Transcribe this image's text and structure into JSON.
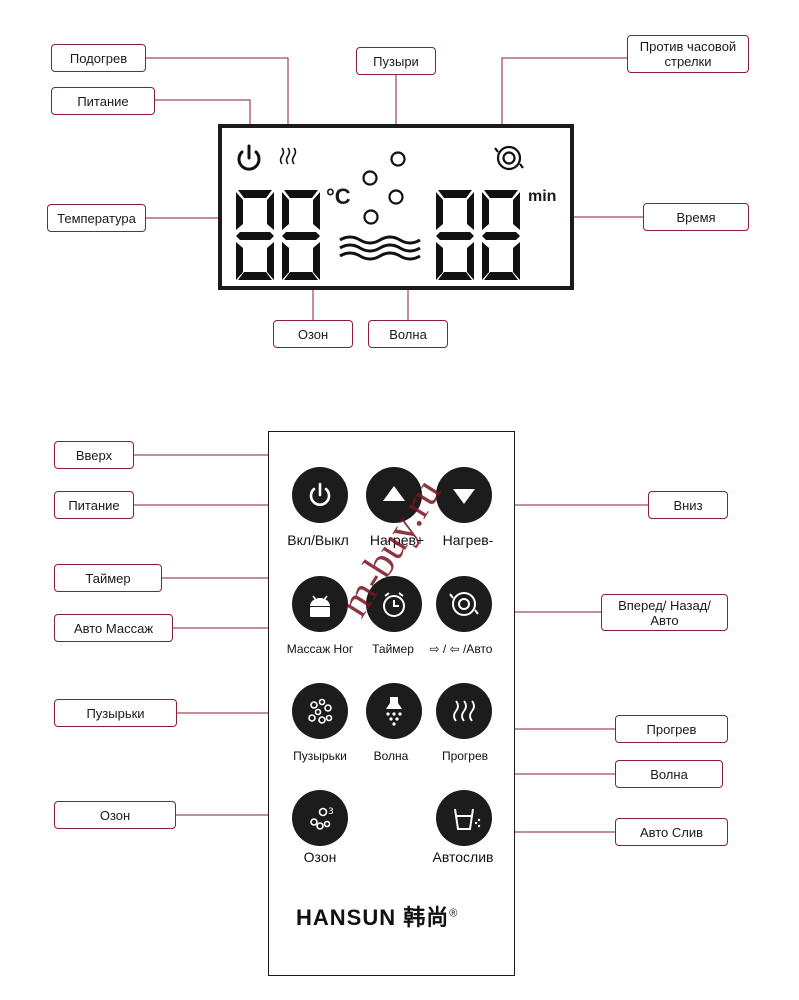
{
  "lcd_callouts": {
    "heating": "Подогрев",
    "power": "Питание",
    "bubbles": "Пузыри",
    "counterclockwise": "Против часовой стрелки",
    "temperature": "Температура",
    "time": "Время",
    "ozone": "Озон",
    "wave": "Волна"
  },
  "lcd_display": {
    "temp_digits": "88",
    "temp_unit": "°C",
    "time_digits": "88",
    "time_unit": "min"
  },
  "remote_callouts": {
    "up": "Вверх",
    "power": "Питание",
    "down": "Вниз",
    "timer": "Таймер",
    "auto_massage": "Авто Массаж",
    "forward_back_auto": "Вперед/ Назад/Авто",
    "bubbles": "Пузырьки",
    "preheat": "Прогрев",
    "wave": "Волна",
    "ozone": "Озон",
    "auto_drain": "Авто Слив"
  },
  "remote_buttons": {
    "power": "Вкл/Выкл",
    "heat_up": "Нагрев+",
    "heat_down": "Нагрев-",
    "foot_massage": "Массаж Ног",
    "timer": "Таймер",
    "direction_auto": "⇨ / ⇦ /Авто",
    "bubbles": "Пузырьки",
    "wave": "Волна",
    "preheat": "Прогрев",
    "ozone": "Озон",
    "auto_drain": "Автослив"
  },
  "brand": {
    "name": "HANSUN 韩尚",
    "registered": "®"
  },
  "watermark": "m-buy.ru",
  "colors": {
    "callout_border": "#8a1f33",
    "button_fill": "#1c1c1c",
    "watermark": "#7a1420"
  }
}
